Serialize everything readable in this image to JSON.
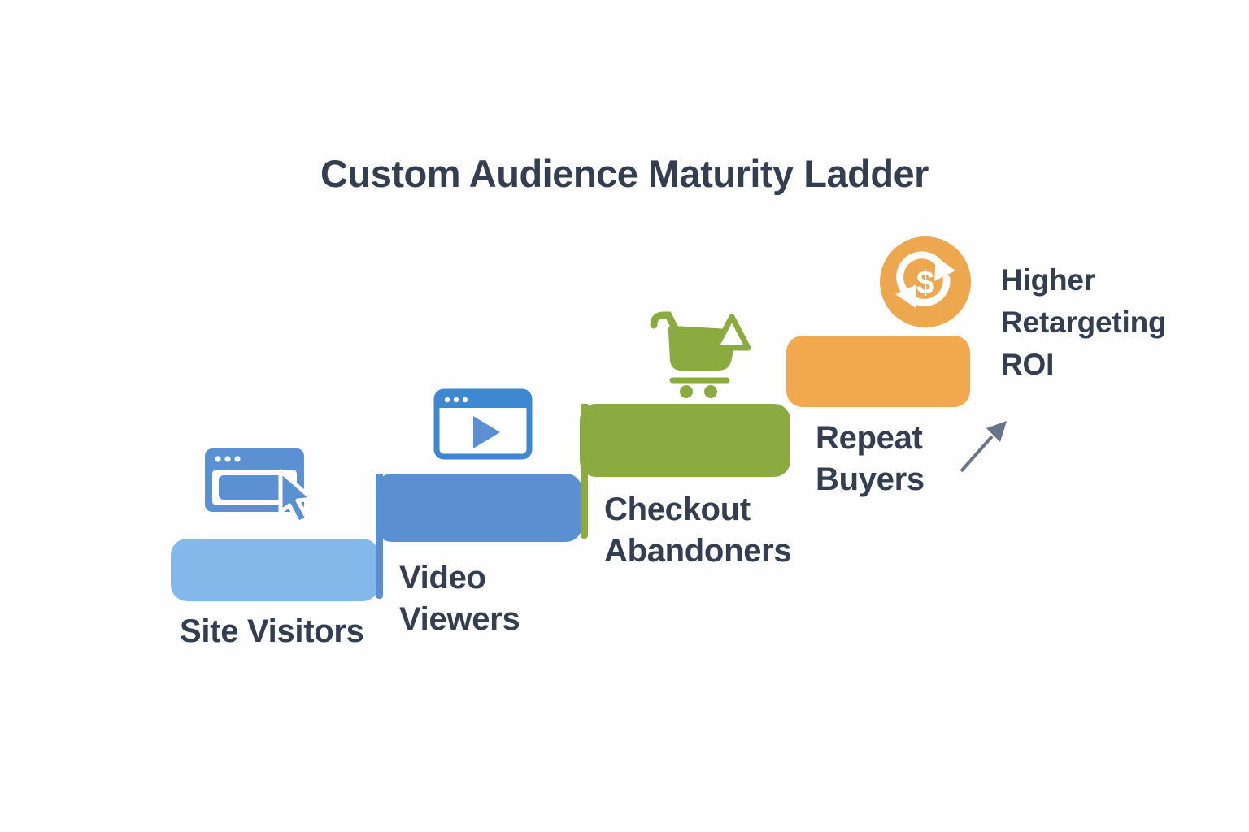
{
  "title": "Custom Audience Maturity Ladder",
  "steps": [
    {
      "label": "Site Visitors",
      "icon": "browser-click-icon",
      "color": "#85b8ea"
    },
    {
      "label": "Video Viewers",
      "icon": "video-player-icon",
      "color": "#5a8fd2"
    },
    {
      "label": "Checkout Abandoners",
      "icon": "shopping-cart-icon",
      "color": "#8bab41"
    },
    {
      "label": "Repeat Buyers",
      "icon": "dollar-cycle-icon",
      "color": "#f1a84e"
    }
  ],
  "outcome": {
    "label": "Higher Retargeting ROI",
    "icon": "upward-trend-arrow-icon"
  },
  "roi_icon": {
    "symbol": "$"
  },
  "colors": {
    "step1": "#85b8ea",
    "step2": "#5a8fd2",
    "step3": "#8bab41",
    "step4": "#f1a84e",
    "icon-frame-blue": "#3e87d1",
    "icon-play-blue": "#5c8ed5",
    "icon-browser-blue": "#5b90d2",
    "roi-orange": "#eda74f",
    "text": "#333f50",
    "arrow": "#68748a",
    "background": "#fefefe"
  }
}
